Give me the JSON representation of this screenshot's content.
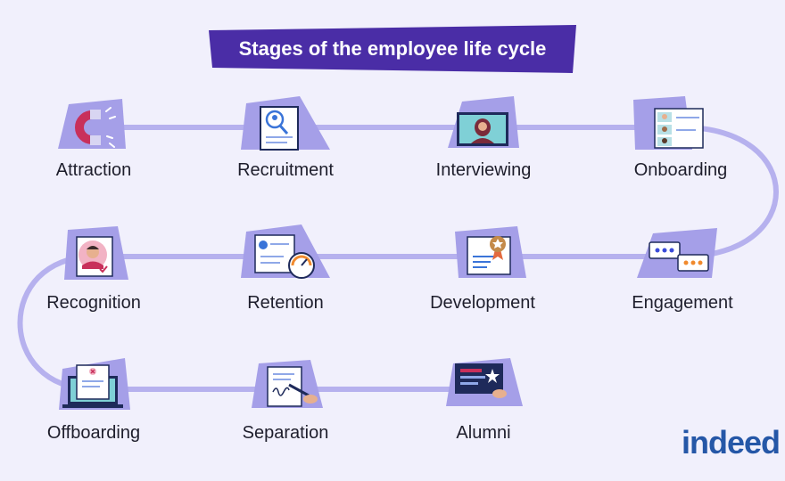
{
  "title": "Stages of the employee life cycle",
  "colors": {
    "background": "#F1F0FC",
    "banner": "#4A2DA6",
    "path": "#B6B1EE",
    "blob": "#A59FE8",
    "text": "#1E1E2C",
    "brand": "#2557A7"
  },
  "stages": [
    {
      "label": "Attraction",
      "icon": "magnet-icon"
    },
    {
      "label": "Recruitment",
      "icon": "resume-search-icon"
    },
    {
      "label": "Interviewing",
      "icon": "video-call-icon"
    },
    {
      "label": "Onboarding",
      "icon": "video-conference-icon"
    },
    {
      "label": "Engagement",
      "icon": "chat-bubbles-icon"
    },
    {
      "label": "Development",
      "icon": "certificate-icon"
    },
    {
      "label": "Retention",
      "icon": "gauge-icon"
    },
    {
      "label": "Recognition",
      "icon": "employee-badge-icon"
    },
    {
      "label": "Offboarding",
      "icon": "laptop-document-icon"
    },
    {
      "label": "Separation",
      "icon": "signature-icon"
    },
    {
      "label": "Alumni",
      "icon": "star-card-icon"
    }
  ],
  "logo": {
    "text": "indeed"
  }
}
